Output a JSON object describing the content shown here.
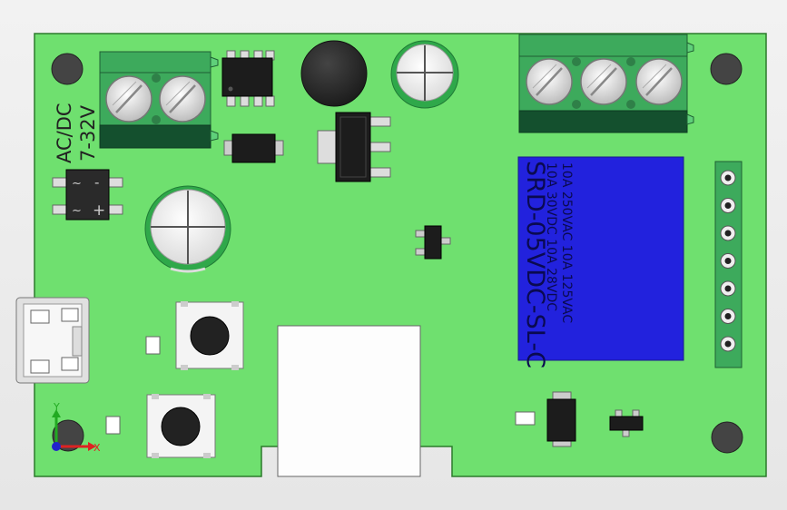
{
  "board": {
    "silkscreen": {
      "line1": "AC/DC",
      "line2": "7-32V"
    },
    "relay": {
      "model": "SRD-05VDC-SL-C",
      "rating_ac": "10A 250VAC  10A 125VAC",
      "rating_dc": "10A 30VDC  10A 28VDC"
    },
    "bridge_rectifier": {
      "symbol_tl": "~",
      "symbol_tr": "-",
      "symbol_bl": "~",
      "symbol_br": "+"
    },
    "header_pins": 7
  },
  "axes": {
    "x_label": "X",
    "y_label": "Y"
  },
  "colors": {
    "pcb": "#6fe06f",
    "terminal": "#3daa5c",
    "terminal_dark": "#14502e",
    "relay": "#2222dd",
    "background": "#ececec"
  }
}
